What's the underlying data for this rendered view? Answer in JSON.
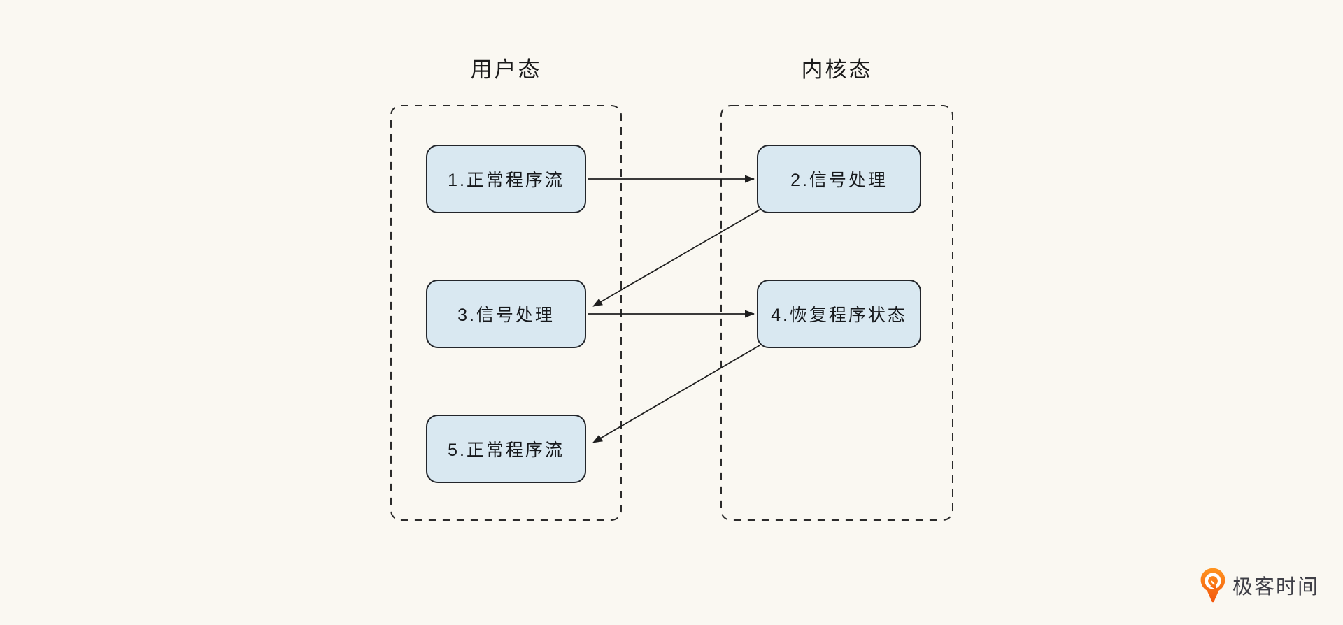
{
  "page": {
    "background_color": "#FAF8F2"
  },
  "diagram": {
    "columns": [
      {
        "id": "user",
        "title": "用户态"
      },
      {
        "id": "kernel",
        "title": "内核态"
      }
    ],
    "nodes": [
      {
        "id": "1",
        "label": "1.正常程序流",
        "column": "user"
      },
      {
        "id": "2",
        "label": "2.信号处理",
        "column": "kernel"
      },
      {
        "id": "3",
        "label": "3.信号处理",
        "column": "user"
      },
      {
        "id": "4",
        "label": "4.恢复程序状态",
        "column": "kernel"
      },
      {
        "id": "5",
        "label": "5.正常程序流",
        "column": "user"
      }
    ],
    "edges": [
      {
        "from": "1",
        "to": "2",
        "direction": "right"
      },
      {
        "from": "2",
        "to": "3",
        "direction": "down-left"
      },
      {
        "from": "3",
        "to": "4",
        "direction": "right"
      },
      {
        "from": "4",
        "to": "5",
        "direction": "down-left"
      }
    ],
    "colors": {
      "node_fill": "#D9E8F1",
      "node_border": "#23262B",
      "frame_dash": "#2B2B2B",
      "arrow": "#1F1F1F",
      "title_text": "#1B1B1B"
    }
  },
  "watermark": {
    "brand": "极客时间",
    "icon": "geektime-logo-icon",
    "icon_color": "#F96A0F",
    "text_color": "#3F3F47"
  }
}
